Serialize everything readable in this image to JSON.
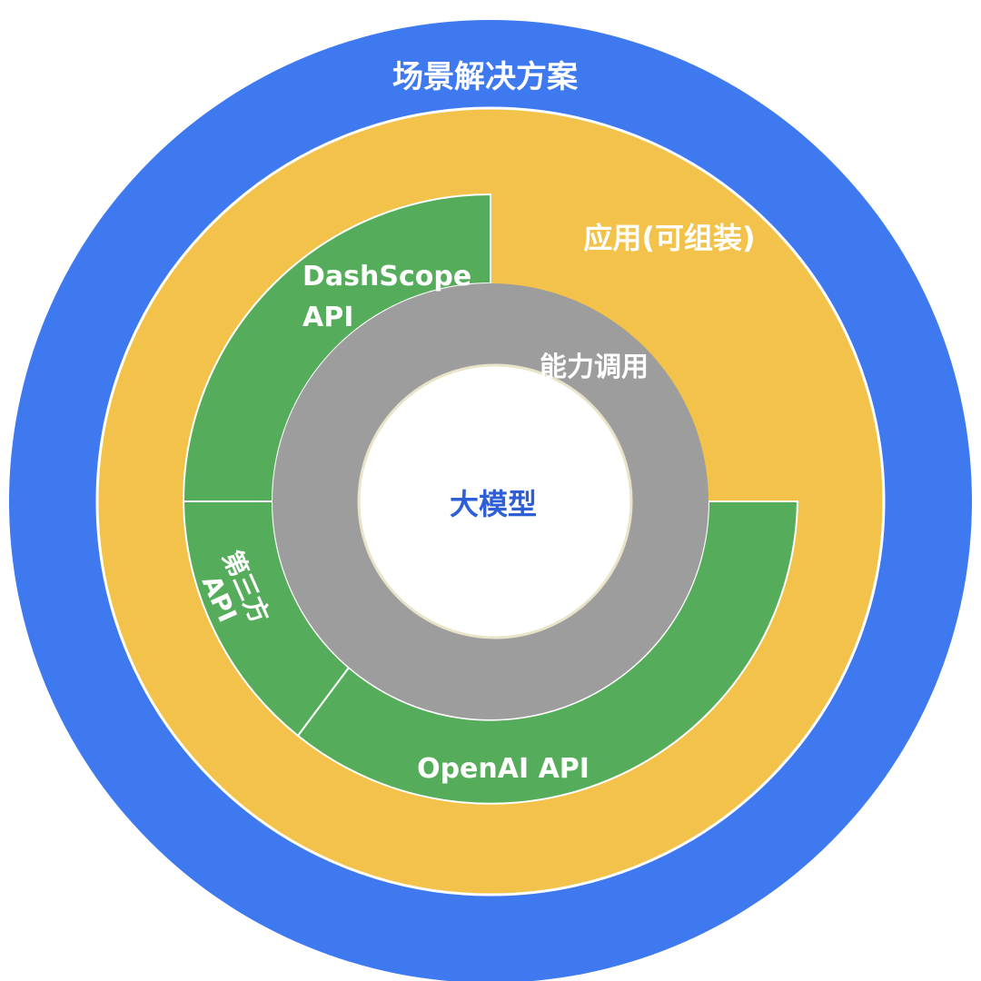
{
  "colors": {
    "scene": "#3f79ef",
    "app": "#f3c24a",
    "api": "#55ad5b",
    "capability": "#9d9d9d",
    "core": "#ffffff",
    "core_text": "#2f5fd6",
    "divider": "#ffffff"
  },
  "layers": {
    "scene": {
      "label": "场景解决方案"
    },
    "application": {
      "label": "应用(可组装)"
    },
    "apis": {
      "dashscope": {
        "line1": "DashScope",
        "line2": "API"
      },
      "third_party": {
        "line1": "第三方",
        "line2": "API"
      },
      "openai": {
        "label": "OpenAI API"
      }
    },
    "capability": {
      "label": "能力调用"
    },
    "core": {
      "label": "大模型"
    }
  }
}
